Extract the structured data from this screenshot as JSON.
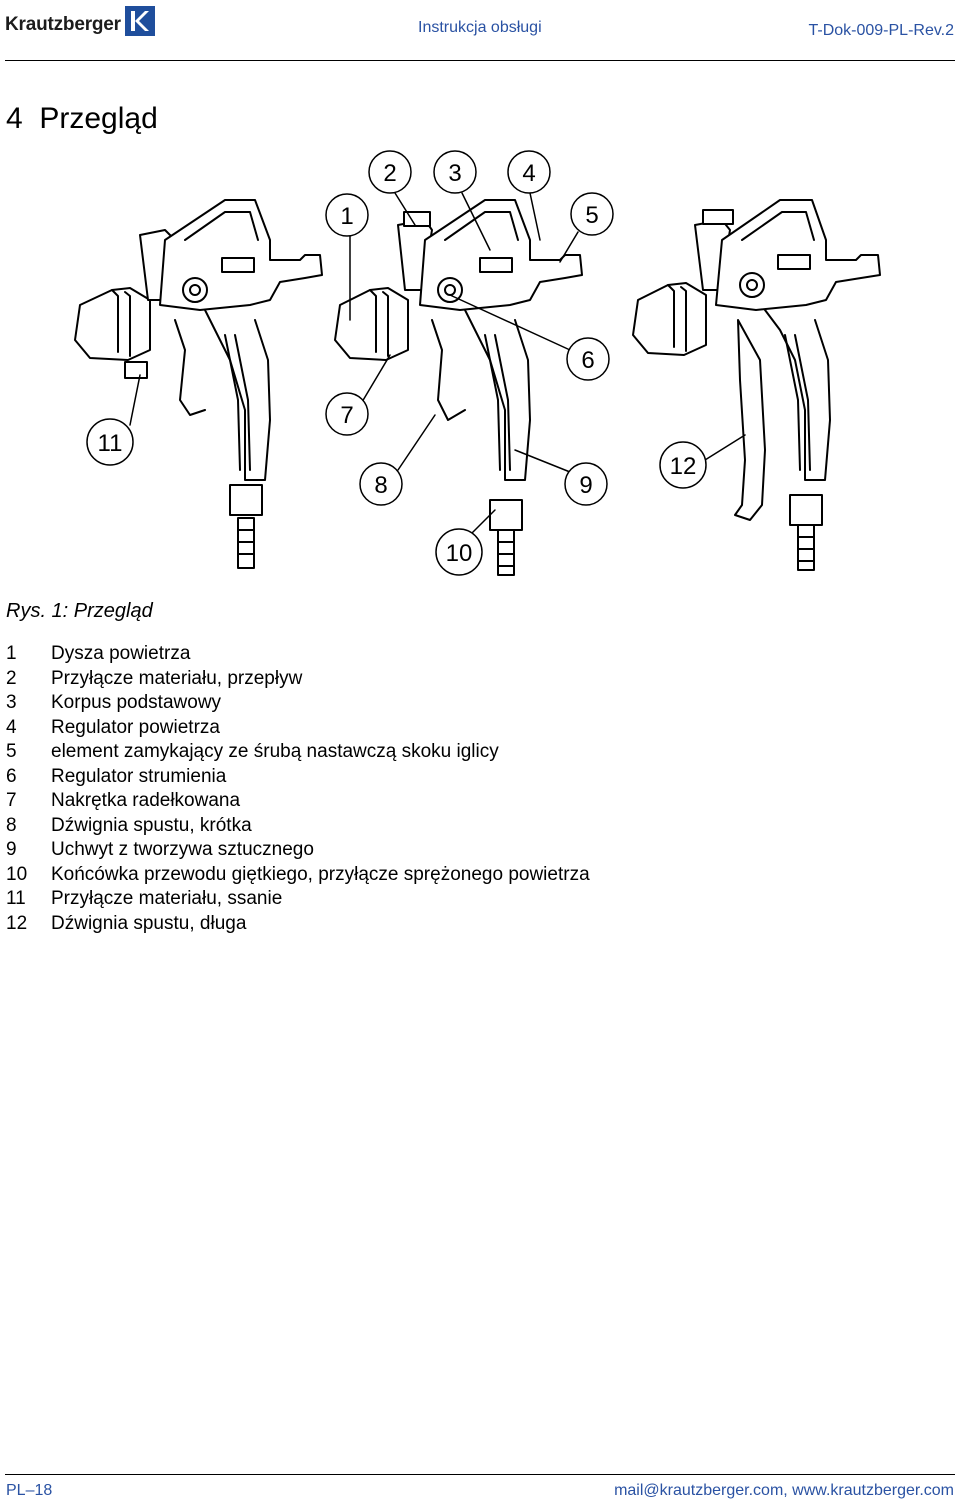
{
  "header": {
    "logo_text": "Krautzberger",
    "doc_title": "Instrukcja obsługi",
    "doc_id": "T-Dok-009-PL-Rev.2"
  },
  "section": {
    "number": "4",
    "title": "Przegląd"
  },
  "figure": {
    "callouts": [
      "1",
      "2",
      "3",
      "4",
      "5",
      "6",
      "7",
      "8",
      "9",
      "10",
      "11",
      "12"
    ]
  },
  "caption": "Rys. 1: Przegląd",
  "legend": [
    {
      "num": "1",
      "text": "Dysza powietrza"
    },
    {
      "num": "2",
      "text": "Przyłącze materiału, przepływ"
    },
    {
      "num": "3",
      "text": "Korpus podstawowy"
    },
    {
      "num": "4",
      "text": "Regulator powietrza"
    },
    {
      "num": "5",
      "text": "element zamykający ze śrubą nastawczą skoku iglicy"
    },
    {
      "num": "6",
      "text": "Regulator strumienia"
    },
    {
      "num": "7",
      "text": "Nakrętka radełkowana"
    },
    {
      "num": "8",
      "text": "Dźwignia spustu, krótka"
    },
    {
      "num": "9",
      "text": "Uchwyt z tworzywa sztucznego"
    },
    {
      "num": "10",
      "text": "Końcówka przewodu giętkiego, przyłącze sprężonego powietrza"
    },
    {
      "num": "11",
      "text": "Przyłącze materiału, ssanie"
    },
    {
      "num": "12",
      "text": "Dźwignia spustu, długa"
    }
  ],
  "footer": {
    "page": "PL–18",
    "contact": "mail@krautzberger.com, www.krautzberger.com"
  },
  "colors": {
    "accent": "#2a52a3",
    "logo_blue": "#1f4e9c"
  }
}
